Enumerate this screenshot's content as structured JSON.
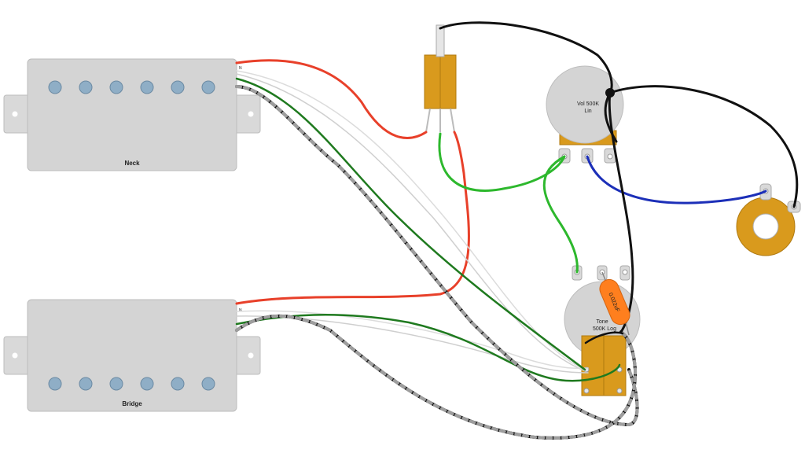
{
  "pickups": {
    "neck": {
      "label": "Neck"
    },
    "bridge": {
      "label": "Bridge"
    },
    "lead_mark": "N"
  },
  "volume_pot": {
    "line1": "Vol 500K",
    "line2": "Lin"
  },
  "tone_pot": {
    "line1": "Tone",
    "line2": "500K Log"
  },
  "capacitor": {
    "label": "0.022uF"
  },
  "colors": {
    "hot": "#e8402a",
    "green": "#2db82d",
    "dark_green": "#1f7a1f",
    "ground": "#111111",
    "blue": "#1c2fb8",
    "shield": "#9e9e9e",
    "pickup_body": "#d4d4d4",
    "pole": "#8faec6",
    "switch": "#d99a1d",
    "cap": "#ff7f1e"
  }
}
